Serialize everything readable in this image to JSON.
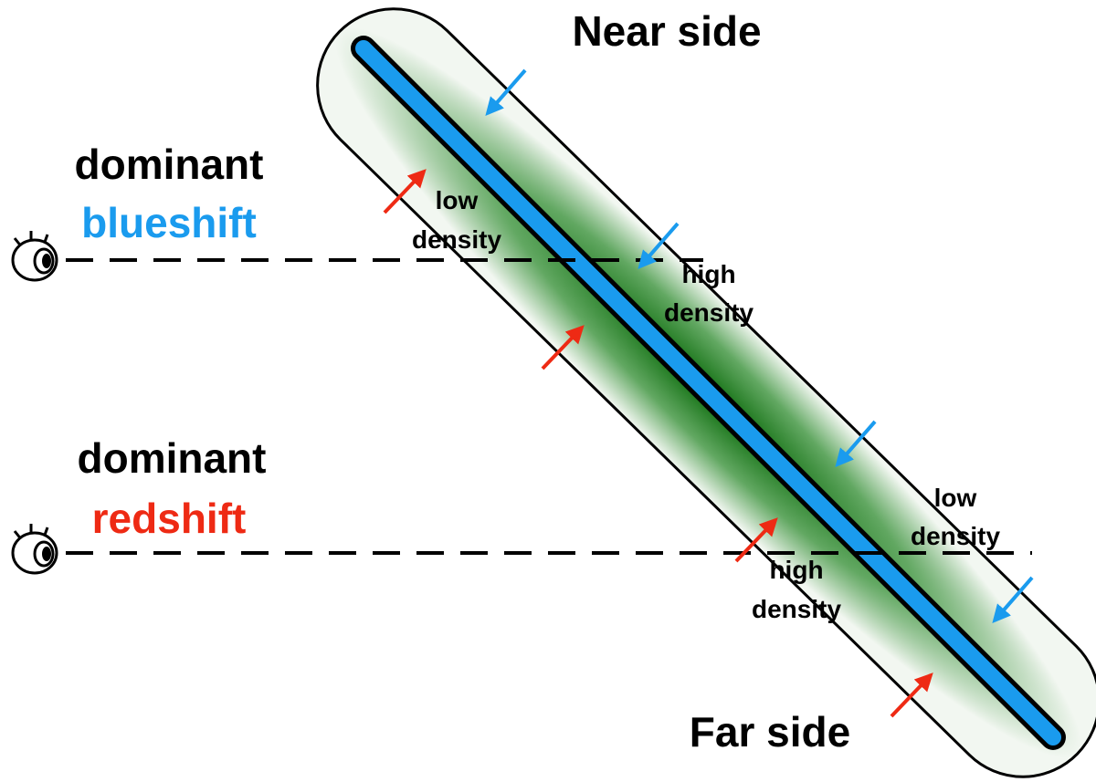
{
  "labels": {
    "near_side": "Near side",
    "far_side": "Far side",
    "observer_top": {
      "line1": "dominant",
      "line2": "blueshift"
    },
    "observer_bottom": {
      "line1": "dominant",
      "line2": "redshift"
    },
    "low_density_top": {
      "line1": "low",
      "line2": "density"
    },
    "high_density_top": {
      "line1": "high",
      "line2": "density"
    },
    "high_density_bottom": {
      "line1": "high",
      "line2": "density"
    },
    "low_density_bottom": {
      "line1": "low",
      "line2": "density"
    }
  },
  "colors": {
    "blue": "#1a9bee",
    "red": "#ee2a14",
    "green_dark": "#0a6a0a",
    "green_light": "#f2f7f1",
    "black": "#000000"
  },
  "icons": {
    "observer": "eye-icon",
    "blue_arrow": "arrow-down-left-icon",
    "red_arrow": "arrow-up-right-icon"
  }
}
